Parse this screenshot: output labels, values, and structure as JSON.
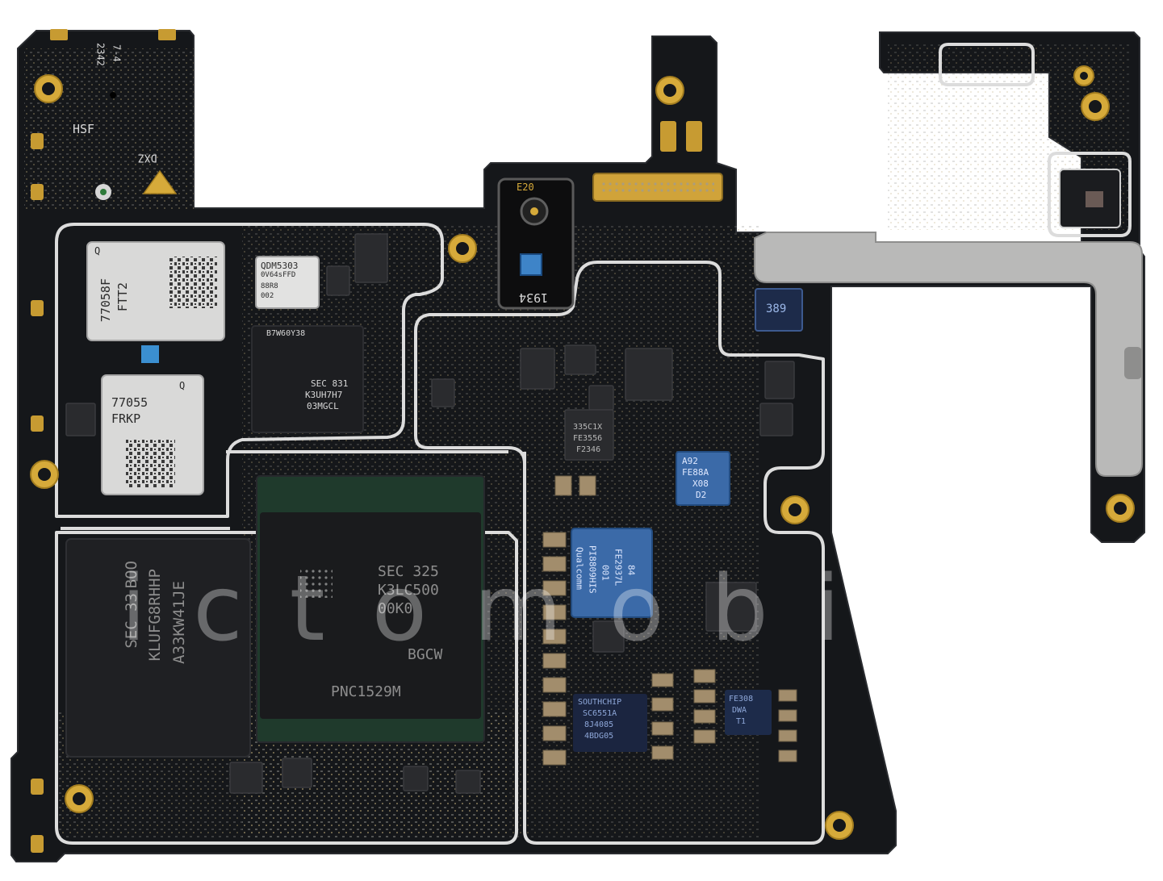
{
  "image": {
    "subject": "smartphone-motherboard",
    "colors": {
      "pcb": "#15171a",
      "gold": "#d6aa3a",
      "shield": "#c9c9c9",
      "silver_trace": "#e4e4e4",
      "blue_chip": "#3b6aa8"
    }
  },
  "labels": {
    "date_code_1": "2342",
    "date_code_2": "7-4",
    "hsf": "HSF",
    "dxz": "DXZ",
    "qdm_line1": "QDM5303",
    "qdm_line2": "0V64sFFD",
    "qdm_line3": "88R8",
    "qdm_line4": "002",
    "rf1_part": "77058F",
    "rf1_code": "FTT2",
    "rf1_q": "Q",
    "rf2_part": "77055",
    "rf2_code": "FRKP",
    "rf2_q": "Q",
    "flash_top": "B7W60Y38",
    "flash_line1": "SEC 831",
    "flash_line2": "K3UH7H7",
    "flash_line3": "03MGCL",
    "camera_code_top": "E20",
    "camera_code_bottom": "1934",
    "pmic_small": "389",
    "ufs_line1": "SEC 33",
    "ufs_line2": "KLUFG8RHHP",
    "ufs_line3": "A33KW41JE",
    "ufs_line4": "BOO",
    "soc_line1": "SEC 325",
    "soc_line2": "K3LC500",
    "soc_line3": "00K0",
    "soc_line4": "BGCW",
    "soc_line5": "PNC1529M",
    "qcom_brand": "Qualcomm",
    "qcom_line1": "PI8809HIS",
    "qcom_line2": "001",
    "qcom_line3": "FE2937L",
    "qcom_line4": "84",
    "southchip_line1": "SOUTHCHIP",
    "southchip_line2": "SC6551A",
    "southchip_line3": "8J4085",
    "southchip_line4": "4BDG05",
    "pm_small_line1": "335C1X",
    "pm_small_line2": "FE3556",
    "pm_small_line3": "F2346",
    "blue_small_line1": "A92",
    "blue_small_line2": "FE88A",
    "blue_small_line3": "X08",
    "blue_small_line4": "D2",
    "fe_line1": "FE308",
    "fe_line2": "DWA",
    "fe_line3": "T1",
    "watermark": "ictomobile"
  }
}
